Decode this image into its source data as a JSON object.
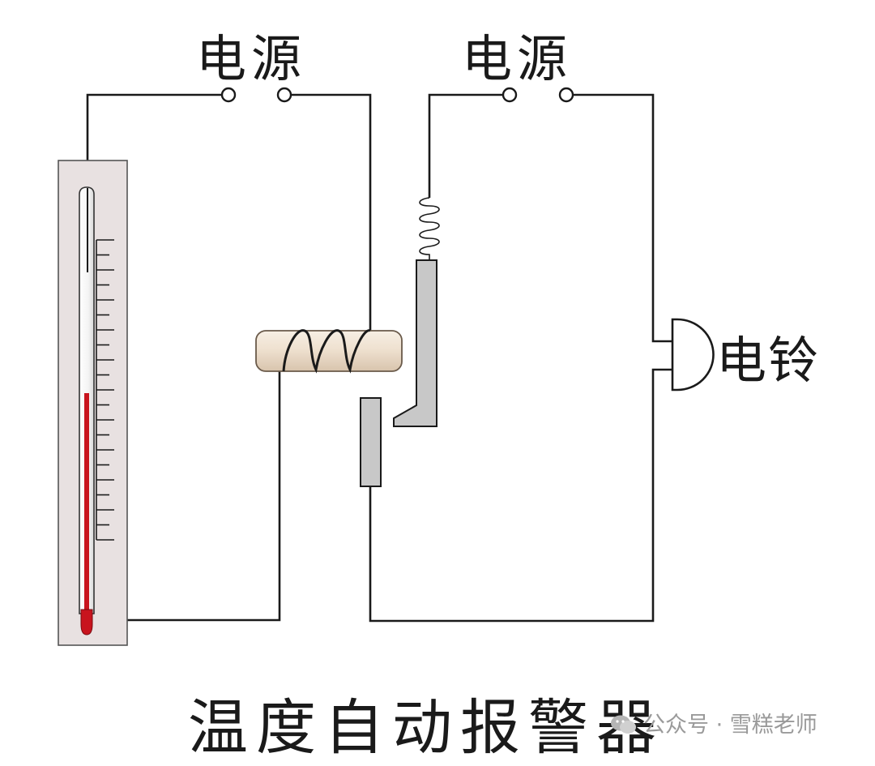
{
  "labels": {
    "power_supply_left": "电源",
    "power_supply_right": "电源",
    "bell": "电铃",
    "title": "温度自动报警器"
  },
  "watermark": {
    "text": "公众号 · 雪糕老师"
  },
  "colors": {
    "wire": "#1a1a1a",
    "thermometer_case": "#e8e1e1",
    "mercury": "#c8141e",
    "electromagnet_core": "#efe1d0",
    "metal_contact": "#c8c8c8",
    "watermark": "#9a9a9a"
  }
}
